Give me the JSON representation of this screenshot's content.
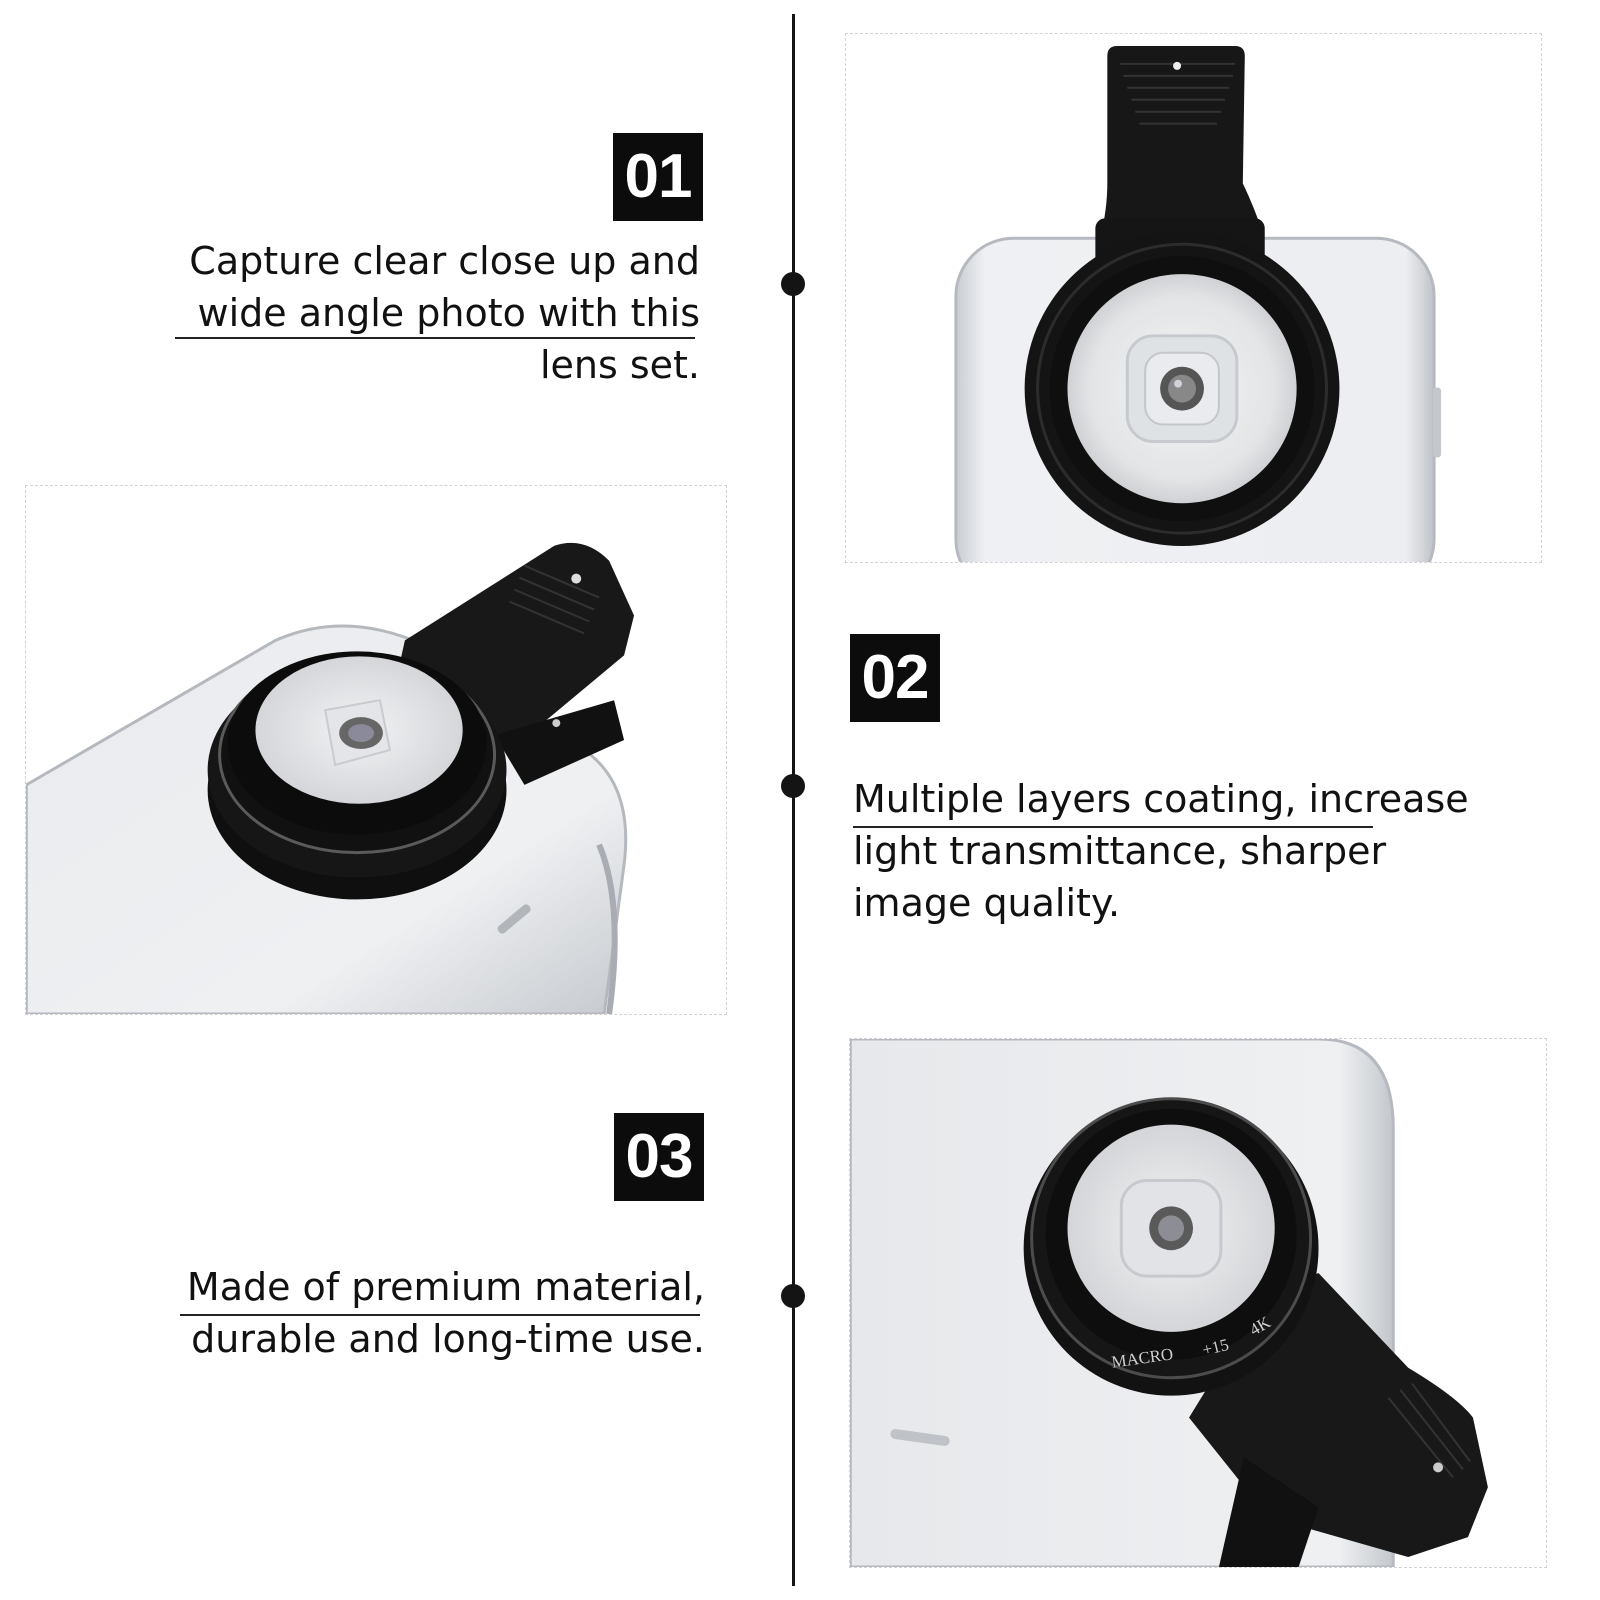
{
  "features": [
    {
      "number": "01",
      "lines": [
        "Capture clear close up and",
        "wide angle photo with this",
        "lens set."
      ]
    },
    {
      "number": "02",
      "lines": [
        "Multiple layers coating, increase",
        "light transmittance, sharper",
        "image quality."
      ]
    },
    {
      "number": "03",
      "lines": [
        "Made of premium material,",
        "durable and long-time use."
      ]
    }
  ],
  "lens_label": {
    "macro": "MACRO",
    "power": "+15",
    "res": "4K"
  },
  "colors": {
    "badge": "#0c0c0c",
    "timeline": "#141414",
    "lens_black": "#121212",
    "phone_body": "#eceef1"
  }
}
